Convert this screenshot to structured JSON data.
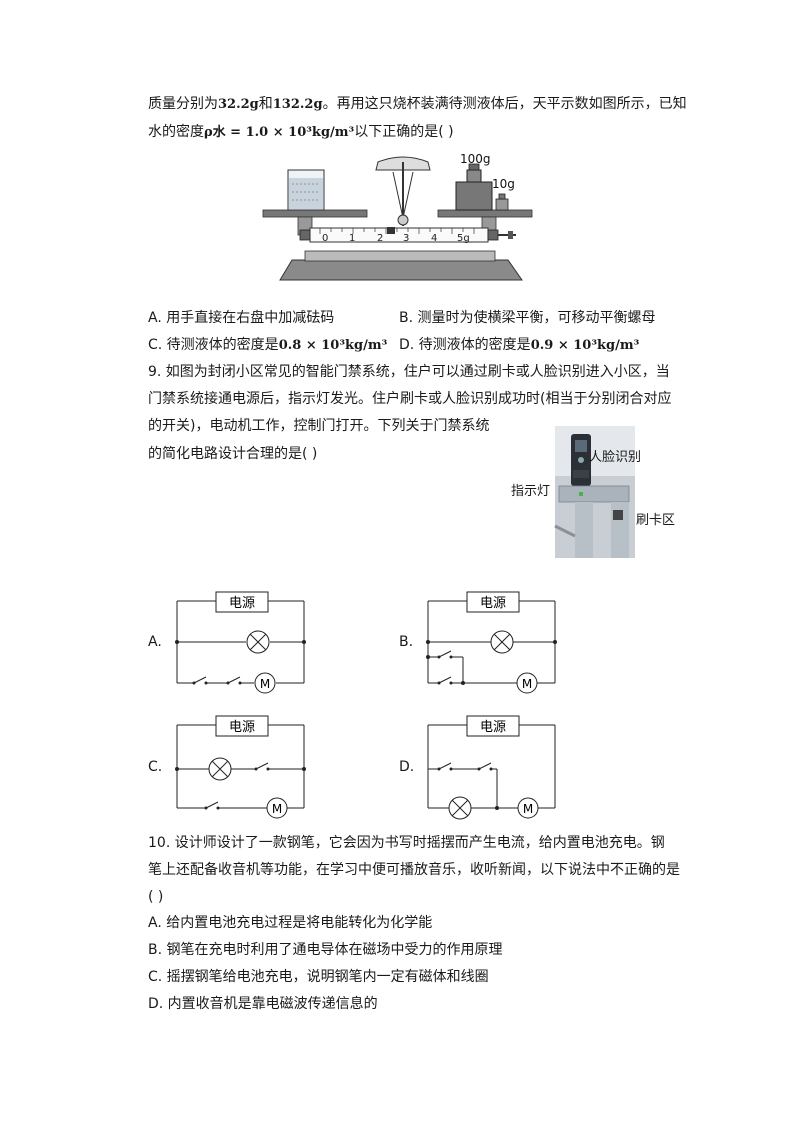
{
  "q8": {
    "line1_a": "质量分别为",
    "m1": "32.2g",
    "line1_b": "和",
    "m2": "132.2g",
    "line1_c": "。再用这只烧杯装满待测液体后，天平示数如图所示，已知",
    "line2_a": "水的密度",
    "rho_water": "ρ水 = 1.0 × 10³kg/m³",
    "line2_b": "以下正确的是(    )",
    "weight_big": "100g",
    "weight_small": "10g",
    "scale_ticks": [
      "0",
      "1",
      "2",
      "3",
      "4",
      "5g"
    ],
    "opt_a": "A.  用手直接在右盘中加减砝码",
    "opt_b": "B.  测量时为使横梁平衡，可移动平衡螺母",
    "opt_c_text": "C.  待测液体的密度是",
    "opt_c_val": "0.8 × 10³kg/m³",
    "opt_d_text": "D.  待测液体的密度是",
    "opt_d_val": "0.9 × 10³kg/m³"
  },
  "q9": {
    "line1": "9.    如图为封闭小区常见的智能门禁系统，住户可以通过刷卡或人脸识别进入小区，当",
    "line2": "门禁系统接通电源后，指示灯发光。住户刷卡或人脸识别成功时(相当于分别闭合对应",
    "line3": "的开关)，电动机工作，控制门打开。下列关于门禁系统",
    "line4": "的简化电路设计合理的是(    )",
    "photo_labels": {
      "face": "人脸识别",
      "indicator": "指示灯",
      "card": "刷卡区"
    },
    "power_label": "电源",
    "motor_label": "M",
    "circuits": [
      "A.",
      "B.",
      "C.",
      "D."
    ]
  },
  "q10": {
    "line1": "10.    设计师设计了一款钢笔，它会因为书写时摇摆而产生电流，给内置电池充电。钢",
    "line2": "笔上还配备收音机等功能，在学习中便可播放音乐，收听新闻，以下说法中不正确的是",
    "line3": "(    )",
    "opt_a": "A.  给内置电池充电过程是将电能转化为化学能",
    "opt_b": "B.  钢笔在充电时利用了通电导体在磁场中受力的作用原理",
    "opt_c": "C.  摇摆钢笔给电池充电，说明钢笔内一定有磁体和线圈",
    "opt_d": "D.  内置收音机是靠电磁波传递信息的"
  }
}
